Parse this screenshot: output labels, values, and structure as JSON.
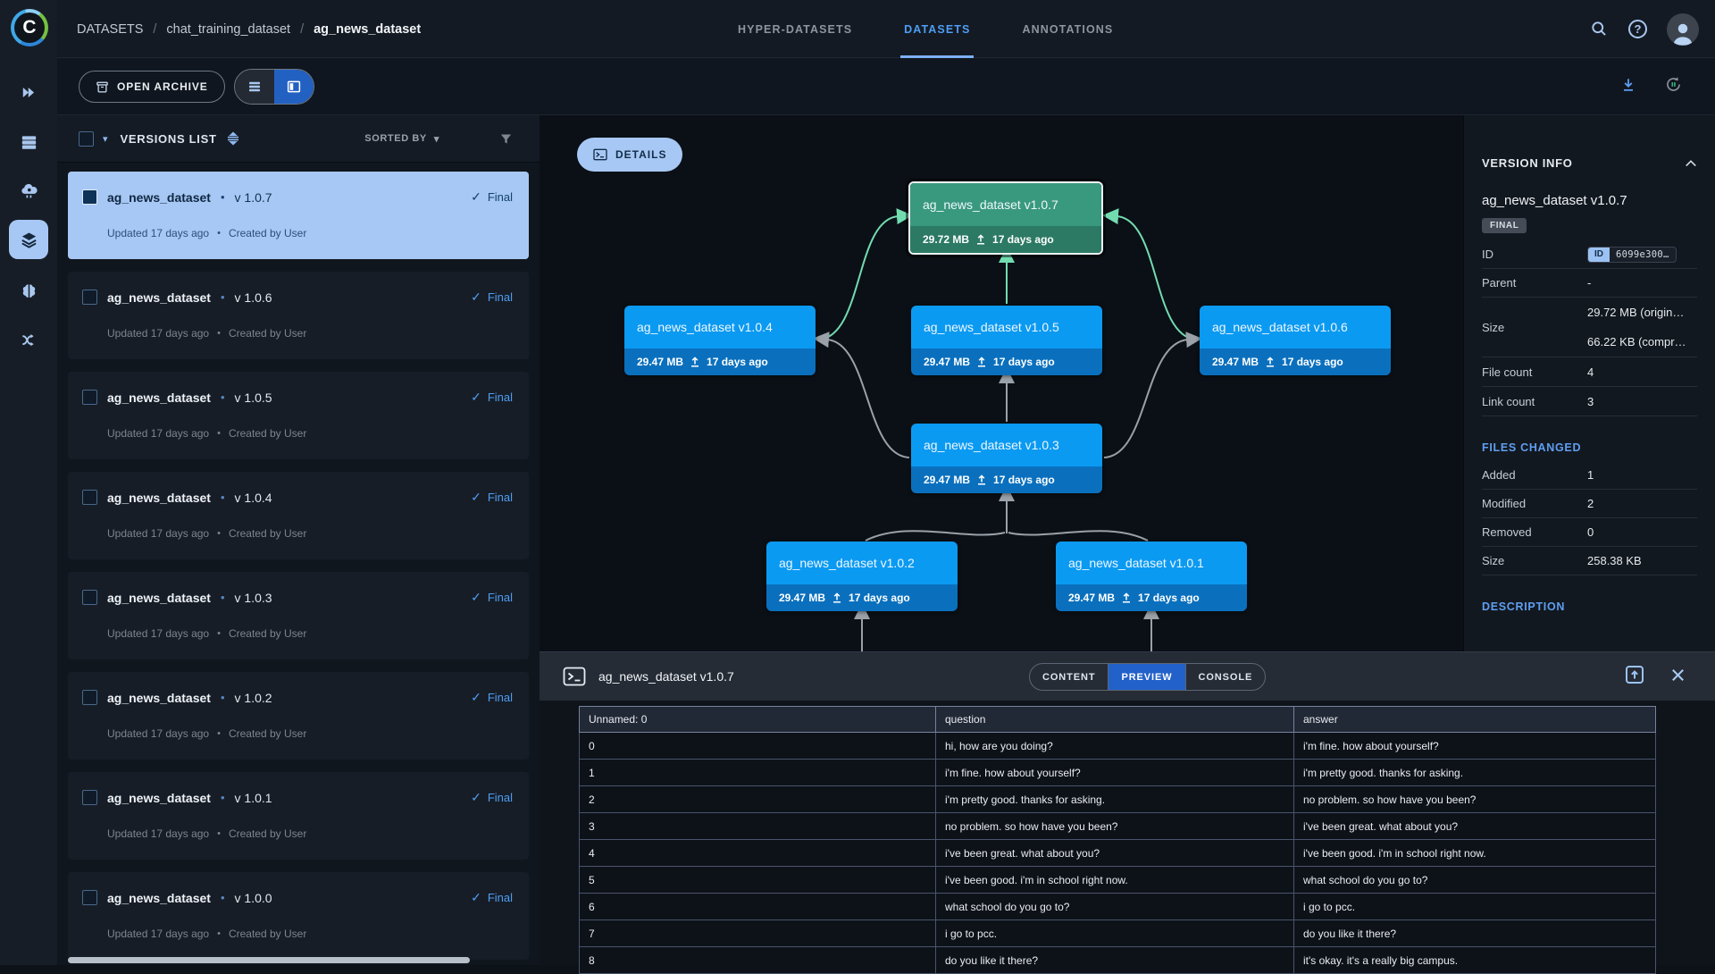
{
  "brand": {
    "logo_letter": "C"
  },
  "nav_rail": {
    "items": [
      "projects-icon",
      "workers-icon",
      "cloud-icon",
      "datasets-icon",
      "models-icon",
      "pipelines-icon"
    ],
    "selected": "datasets-icon"
  },
  "topbar": {
    "breadcrumb": [
      {
        "label": "DATASETS"
      },
      {
        "label": "chat_training_dataset"
      },
      {
        "label": "ag_news_dataset"
      }
    ],
    "tabs": [
      {
        "label": "HYPER-DATASETS",
        "active": false
      },
      {
        "label": "DATASETS",
        "active": true
      },
      {
        "label": "ANNOTATIONS",
        "active": false
      }
    ]
  },
  "toolbar": {
    "open_archive": "OPEN ARCHIVE"
  },
  "versions": {
    "header": {
      "title": "VERSIONS LIST",
      "sorted_by": "SORTED BY"
    },
    "items": [
      {
        "name": "ag_news_dataset",
        "version": "v 1.0.7",
        "status": "Final",
        "updated": "Updated 17 days ago",
        "created": "Created by User",
        "selected": true
      },
      {
        "name": "ag_news_dataset",
        "version": "v 1.0.6",
        "status": "Final",
        "updated": "Updated 17 days ago",
        "created": "Created by User"
      },
      {
        "name": "ag_news_dataset",
        "version": "v 1.0.5",
        "status": "Final",
        "updated": "Updated 17 days ago",
        "created": "Created by User"
      },
      {
        "name": "ag_news_dataset",
        "version": "v 1.0.4",
        "status": "Final",
        "updated": "Updated 17 days ago",
        "created": "Created by User"
      },
      {
        "name": "ag_news_dataset",
        "version": "v 1.0.3",
        "status": "Final",
        "updated": "Updated 17 days ago",
        "created": "Created by User"
      },
      {
        "name": "ag_news_dataset",
        "version": "v 1.0.2",
        "status": "Final",
        "updated": "Updated 17 days ago",
        "created": "Created by User"
      },
      {
        "name": "ag_news_dataset",
        "version": "v 1.0.1",
        "status": "Final",
        "updated": "Updated 17 days ago",
        "created": "Created by User"
      },
      {
        "name": "ag_news_dataset",
        "version": "v 1.0.0",
        "status": "Final",
        "updated": "Updated 17 days ago",
        "created": "Created by User"
      }
    ]
  },
  "graph": {
    "details_button": "DETAILS",
    "nodes": [
      {
        "title": "ag_news_dataset v1.0.7",
        "size": "29.72 MB",
        "age": "17 days ago",
        "selected": true
      },
      {
        "title": "ag_news_dataset v1.0.4",
        "size": "29.47 MB",
        "age": "17 days ago"
      },
      {
        "title": "ag_news_dataset v1.0.5",
        "size": "29.47 MB",
        "age": "17 days ago"
      },
      {
        "title": "ag_news_dataset v1.0.6",
        "size": "29.47 MB",
        "age": "17 days ago"
      },
      {
        "title": "ag_news_dataset v1.0.3",
        "size": "29.47 MB",
        "age": "17 days ago"
      },
      {
        "title": "ag_news_dataset v1.0.2",
        "size": "29.47 MB",
        "age": "17 days ago"
      },
      {
        "title": "ag_news_dataset v1.0.1",
        "size": "29.47 MB",
        "age": "17 days ago"
      }
    ]
  },
  "info": {
    "section_title": "VERSION INFO",
    "name": "ag_news_dataset v1.0.7",
    "badge": "FINAL",
    "id_label": "ID",
    "id_chip_label": "ID",
    "id_value": "6099e300…",
    "parent_label": "Parent",
    "parent_value": "-",
    "size_label": "Size",
    "size_value_1": "29.72 MB (origin…",
    "size_value_2": "66.22 KB (compr…",
    "file_count_label": "File count",
    "file_count_value": "4",
    "link_count_label": "Link count",
    "link_count_value": "3",
    "files_changed_title": "FILES CHANGED",
    "added_label": "Added",
    "added_value": "1",
    "modified_label": "Modified",
    "modified_value": "2",
    "removed_label": "Removed",
    "removed_value": "0",
    "fc_size_label": "Size",
    "fc_size_value": "258.38 KB",
    "description_title": "DESCRIPTION"
  },
  "preview": {
    "title": "ag_news_dataset v1.0.7",
    "tabs": [
      {
        "label": "CONTENT",
        "active": false
      },
      {
        "label": "PREVIEW",
        "active": true
      },
      {
        "label": "CONSOLE",
        "active": false
      }
    ],
    "table": {
      "columns": [
        "Unnamed: 0",
        "question",
        "answer"
      ],
      "rows": [
        [
          "0",
          "hi, how are you doing?",
          "i'm fine. how about yourself?"
        ],
        [
          "1",
          "i'm fine. how about yourself?",
          "i'm pretty good. thanks for asking."
        ],
        [
          "2",
          "i'm pretty good. thanks for asking.",
          "no problem. so how have you been?"
        ],
        [
          "3",
          "no problem. so how have you been?",
          "i've been great. what about you?"
        ],
        [
          "4",
          "i've been great. what about you?",
          "i've been good. i'm in school right now."
        ],
        [
          "5",
          "i've been good. i'm in school right now.",
          "what school do you go to?"
        ],
        [
          "6",
          "what school do you go to?",
          "i go to pcc."
        ],
        [
          "7",
          "i go to pcc.",
          "do you like it there?"
        ],
        [
          "8",
          "do you like it there?",
          "it's okay. it's a really big campus."
        ]
      ]
    }
  },
  "colors": {
    "accent_blue": "#2261c9",
    "selection_blue": "#a7c8f4",
    "node_blue": "#0b9af2",
    "node_blue_footer": "#0a70be",
    "node_green": "#39997e",
    "node_green_footer": "#2c7a64",
    "edge_green": "#72dcb0",
    "edge_gray": "#9aa1a9",
    "final_check_blue": "#4f9df2"
  }
}
